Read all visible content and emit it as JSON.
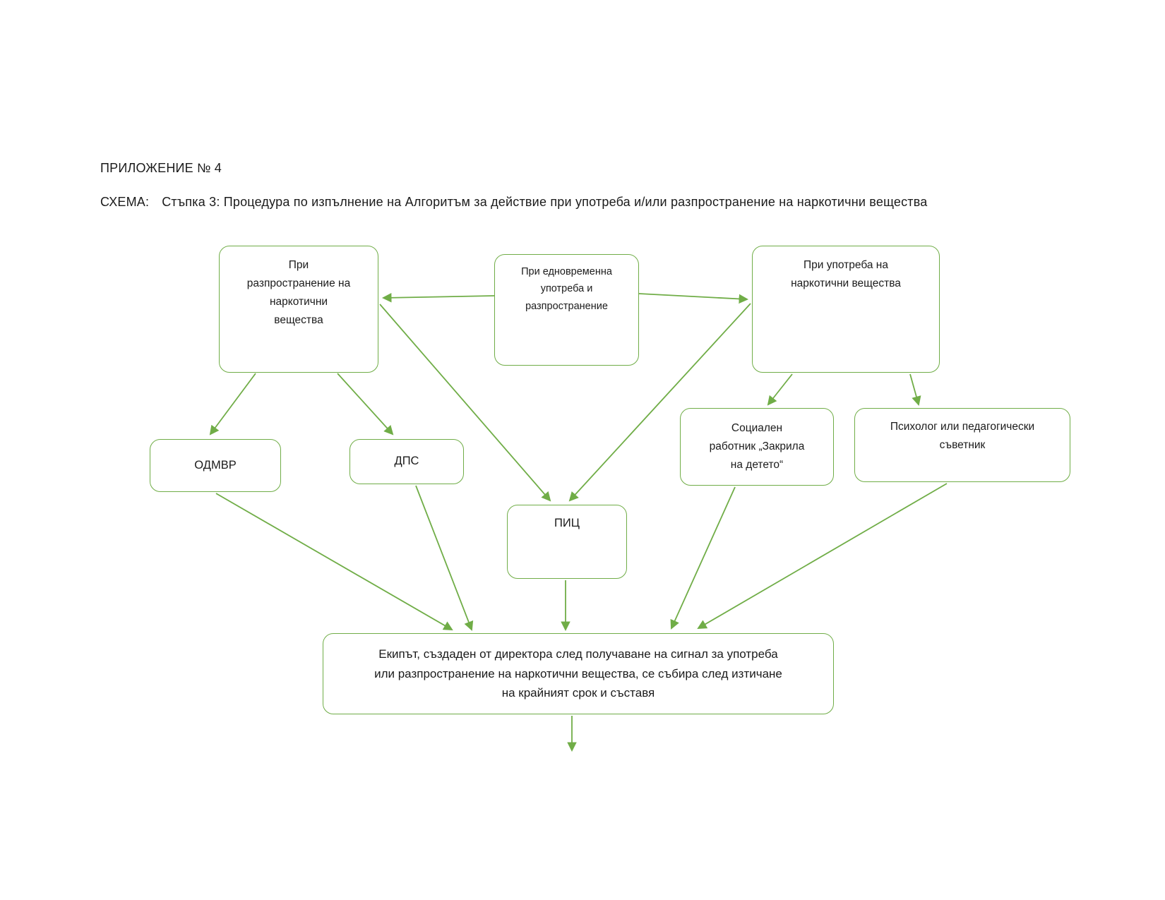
{
  "page": {
    "heading1": "ПРИЛОЖЕНИЕ № 4",
    "heading2_label": "СХЕМА:",
    "heading2_text": "Стъпка 3: Процедура по изпълнение на Алгоритъм за действие при употреба и/или разпространение на наркотични вещества"
  },
  "colors": {
    "accent_green": "#70AD47",
    "text": "#1b1b1b",
    "background": "#ffffff"
  },
  "nodes": {
    "distribution": {
      "label": "При\nразпространение на\nнаркотични\nвещества"
    },
    "simultaneous": {
      "label": "При едновременна\nупотреба и\nразпространение"
    },
    "use": {
      "label": "При употреба на\nнаркотични вещества"
    },
    "odmvr": {
      "label": "ОДМВР"
    },
    "dps": {
      "label": "ДПС"
    },
    "social": {
      "label": "Социален\nработник „Закрила\nна детето“"
    },
    "psychologist": {
      "label": "Психолог или педагогически\nсъветник"
    },
    "pic": {
      "label": "ПИЦ"
    },
    "team": {
      "label": "Екипът, създаден от директора след получаване на сигнал за употреба\nили разпространение на наркотични вещества,  се събира след изтичане\nна крайният срок и съставя"
    }
  },
  "edges": [
    {
      "from": "simultaneous",
      "to": "distribution"
    },
    {
      "from": "simultaneous",
      "to": "use"
    },
    {
      "from": "distribution",
      "to": "odmvr"
    },
    {
      "from": "distribution",
      "to": "dps"
    },
    {
      "from": "distribution",
      "to": "pic"
    },
    {
      "from": "use",
      "to": "pic"
    },
    {
      "from": "use",
      "to": "social"
    },
    {
      "from": "use",
      "to": "psychologist"
    },
    {
      "from": "odmvr",
      "to": "team"
    },
    {
      "from": "dps",
      "to": "team"
    },
    {
      "from": "pic",
      "to": "team"
    },
    {
      "from": "social",
      "to": "team"
    },
    {
      "from": "psychologist",
      "to": "team"
    },
    {
      "from": "team",
      "to": "output"
    }
  ]
}
